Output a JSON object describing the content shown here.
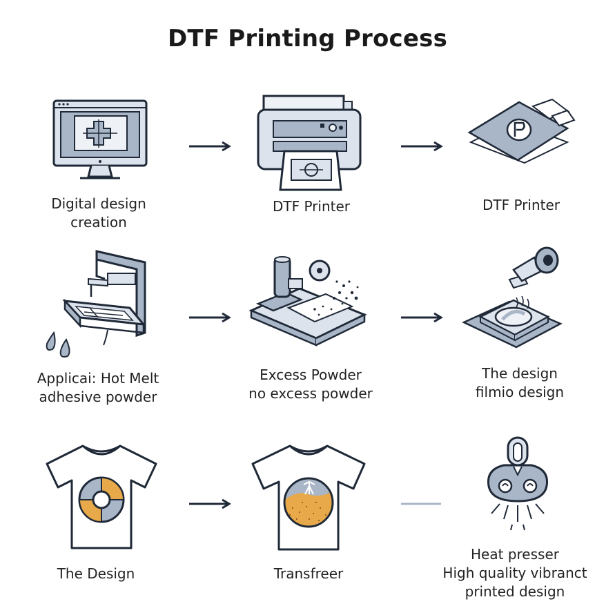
{
  "title": "DTF Printing Process",
  "colors": {
    "outline": "#1f2937",
    "steel": "#a9b6c8",
    "steel_light": "#dde3ec",
    "accent": "#e8a94a",
    "background": "#ffffff"
  },
  "steps": [
    {
      "icon": "computer-monitor-icon",
      "lines": [
        "Digital design",
        "creation"
      ]
    },
    {
      "icon": "printer-icon",
      "lines": [
        "DTF Printer"
      ]
    },
    {
      "icon": "film-sheets-icon",
      "lines": [
        "DTF Printer"
      ]
    },
    {
      "icon": "powder-applicator-icon",
      "lines": [
        "Applicai: Hot Melt",
        "adhesive powder"
      ]
    },
    {
      "icon": "powder-shaker-icon",
      "lines": [
        "Excess Powder",
        "no excess powder"
      ]
    },
    {
      "icon": "curing-press-icon",
      "lines": [
        "The design",
        "filmio design"
      ]
    },
    {
      "icon": "tshirt-design-icon",
      "lines": [
        "The Design"
      ]
    },
    {
      "icon": "tshirt-transfer-icon",
      "lines": [
        "Transfreer"
      ]
    },
    {
      "icon": "heat-press-icon",
      "lines": [
        "Heat presser",
        "High quality vibranct",
        "printed design"
      ]
    }
  ]
}
